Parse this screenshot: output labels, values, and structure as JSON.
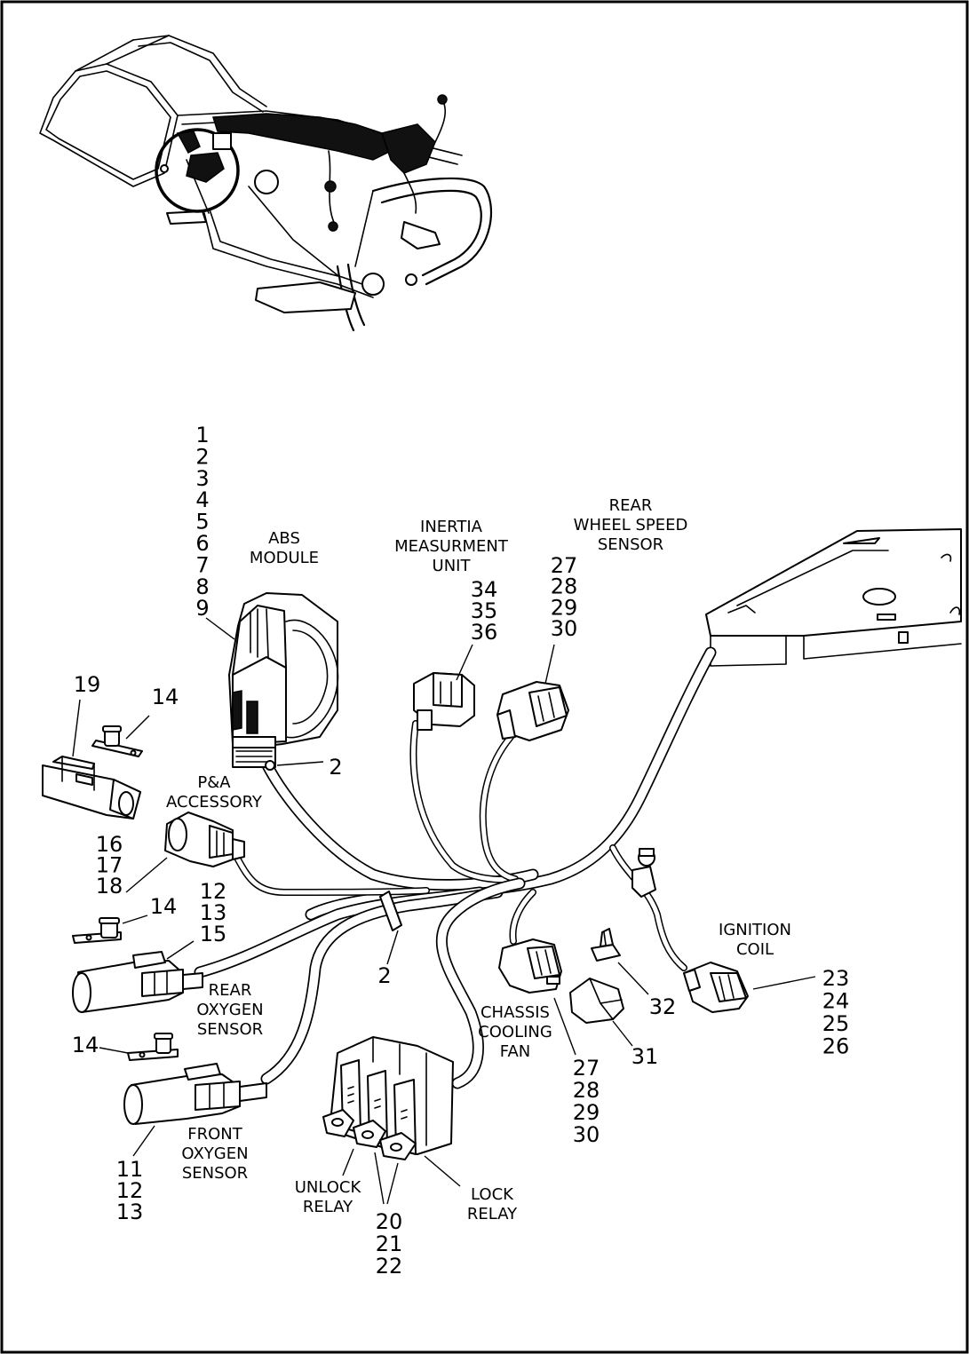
{
  "references": [
    {
      "key": "abs_module_refs",
      "lines": [
        "1",
        "2",
        "3",
        "4",
        "5",
        "6",
        "7",
        "8",
        "9"
      ]
    },
    {
      "key": "abs_clip",
      "lines": [
        "2"
      ]
    },
    {
      "key": "harness_clip",
      "lines": [
        "2"
      ]
    },
    {
      "key": "plug_19",
      "lines": [
        "19"
      ]
    },
    {
      "key": "clip_14_upper",
      "lines": [
        "14"
      ]
    },
    {
      "key": "clip_14_middle",
      "lines": [
        "14"
      ]
    },
    {
      "key": "clip_14_lower",
      "lines": [
        "14"
      ]
    },
    {
      "key": "pa_accessory_refs",
      "lines": [
        "16",
        "17",
        "18"
      ]
    },
    {
      "key": "rear_o2_refs",
      "lines": [
        "12",
        "13",
        "15"
      ]
    },
    {
      "key": "front_o2_refs",
      "lines": [
        "11",
        "12",
        "13"
      ]
    },
    {
      "key": "imu_refs",
      "lines": [
        "34",
        "35",
        "36"
      ]
    },
    {
      "key": "rear_wss_refs",
      "lines": [
        "27",
        "28",
        "29",
        "30"
      ]
    },
    {
      "key": "cooling_fan_refs",
      "lines": [
        "27",
        "28",
        "29",
        "30"
      ]
    },
    {
      "key": "ignition_coil_refs",
      "lines": [
        "23",
        "24",
        "25",
        "26"
      ]
    },
    {
      "key": "relay_refs",
      "lines": [
        "20",
        "21",
        "22"
      ]
    },
    {
      "key": "fastener_32",
      "lines": [
        "32"
      ]
    },
    {
      "key": "cover_31",
      "lines": [
        "31"
      ]
    }
  ],
  "captions": [
    {
      "key": "abs_module",
      "lines": [
        "ABS",
        "MODULE"
      ]
    },
    {
      "key": "imu",
      "lines": [
        "INERTIA",
        "MEASURMENT",
        "UNIT"
      ]
    },
    {
      "key": "rear_wss",
      "lines": [
        "REAR",
        "WHEEL SPEED",
        "SENSOR"
      ]
    },
    {
      "key": "pa_accessory",
      "lines": [
        "P&A",
        "ACCESSORY"
      ]
    },
    {
      "key": "rear_o2",
      "lines": [
        "REAR",
        "OXYGEN",
        "SENSOR"
      ]
    },
    {
      "key": "front_o2",
      "lines": [
        "FRONT",
        "OXYGEN",
        "SENSOR"
      ]
    },
    {
      "key": "cooling_fan",
      "lines": [
        "CHASSIS",
        "COOLING",
        "FAN"
      ]
    },
    {
      "key": "ignition_coil",
      "lines": [
        "IGNITION",
        "COIL"
      ]
    },
    {
      "key": "unlock_relay",
      "lines": [
        "UNLOCK",
        "RELAY"
      ]
    },
    {
      "key": "lock_relay",
      "lines": [
        "LOCK",
        "RELAY"
      ]
    }
  ]
}
